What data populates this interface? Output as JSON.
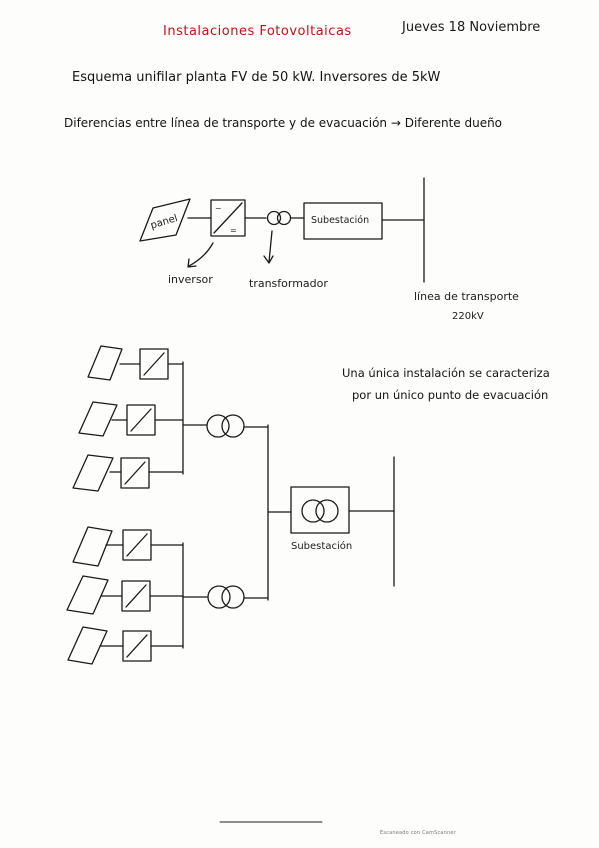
{
  "header": {
    "title": "Instalaciones Fotovoltaicas",
    "date": "Jueves 18 Noviembre"
  },
  "notes": {
    "line1": "Esquema unifilar planta FV de 50 kW. Inversores de 5kW",
    "line2": "Diferencias entre línea de transporte y de evacuación → Diferente dueño"
  },
  "diagram1": {
    "panel": "panel",
    "substation": "Subestación",
    "inverter_label": "inversor",
    "transformer_label": "transformador",
    "line_label": "línea de transporte",
    "voltage": "220kV"
  },
  "diagram2": {
    "substation_label": "Subestación",
    "note_line1": "Una única instalación se caracteriza",
    "note_line2": "por un único punto de evacuación"
  },
  "footer": {
    "text": "Escaneado con CamScanner"
  },
  "colors": {
    "title": "#c3111a",
    "ink": "#1a1a1a"
  }
}
